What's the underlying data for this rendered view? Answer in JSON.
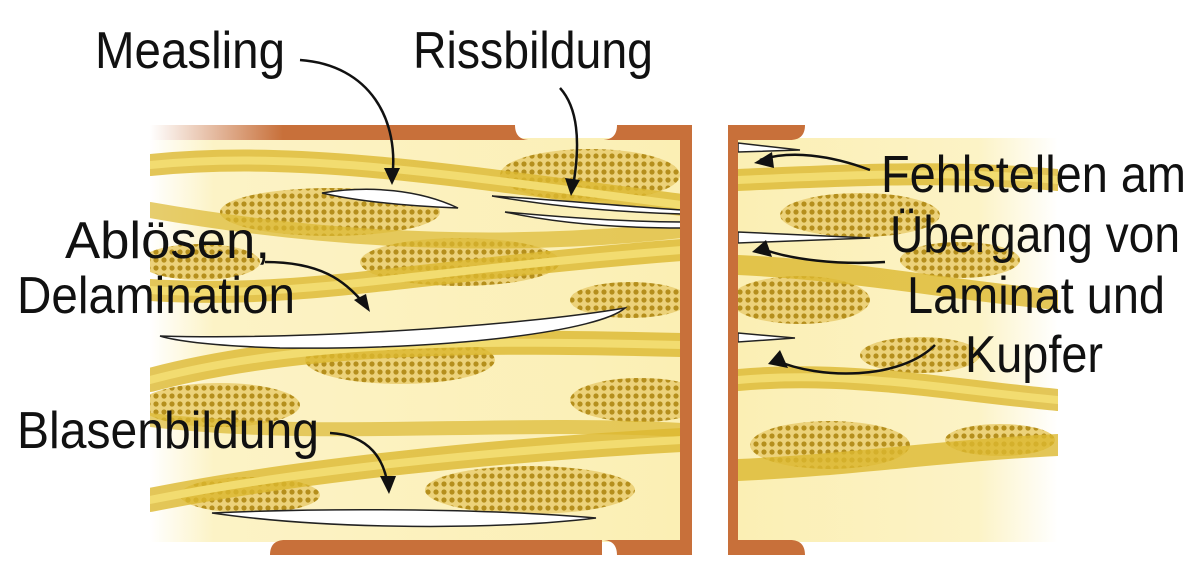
{
  "labels": {
    "measling": "Measling",
    "rissbildung": "Rissbildung",
    "abloesen_line1": "Ablösen,",
    "abloesen_line2": "Delamination",
    "blasenbildung": "Blasenbildung",
    "fehlstellen_line1": "Fehlstellen am",
    "fehlstellen_line2": "Übergang von",
    "fehlstellen_line3": "Laminat und",
    "fehlstellen_line4": "Kupfer"
  },
  "colors": {
    "copper": "#c8703a",
    "laminate": "#fbefb4",
    "fiber": "#d9b52a",
    "dots": "#b58f1c"
  }
}
